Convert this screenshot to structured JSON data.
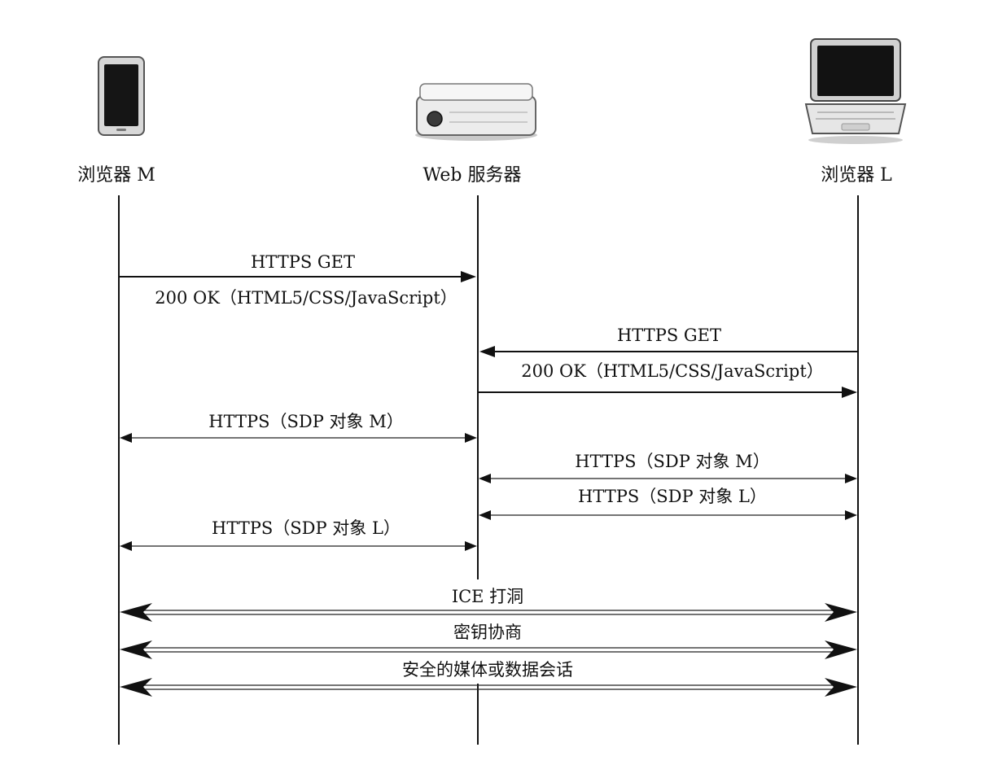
{
  "participants": [
    {
      "id": "browser_m",
      "label": "浏览器 M",
      "icon": "tablet-icon"
    },
    {
      "id": "web_server",
      "label": "Web 服务器",
      "icon": "server-icon"
    },
    {
      "id": "browser_l",
      "label": "浏览器 L",
      "icon": "laptop-icon"
    }
  ],
  "messages": [
    {
      "label": "HTTPS GET",
      "from": "browser_m",
      "to": "web_server",
      "style": "single"
    },
    {
      "label": "200 OK（HTML5/CSS/JavaScript）",
      "from": "web_server",
      "to": "browser_m",
      "style": "label-only"
    },
    {
      "label": "HTTPS GET",
      "from": "browser_l",
      "to": "web_server",
      "style": "single"
    },
    {
      "label": "200 OK（HTML5/CSS/JavaScript）",
      "from": "web_server",
      "to": "browser_l",
      "style": "single"
    },
    {
      "label": "HTTPS（SDP 对象 M）",
      "between": [
        "browser_m",
        "web_server"
      ],
      "style": "both"
    },
    {
      "label": "HTTPS（SDP 对象 M）",
      "between": [
        "web_server",
        "browser_l"
      ],
      "style": "both"
    },
    {
      "label": "HTTPS（SDP 对象 L）",
      "between": [
        "web_server",
        "browser_l"
      ],
      "style": "both"
    },
    {
      "label": "HTTPS（SDP 对象 L）",
      "between": [
        "browser_m",
        "web_server"
      ],
      "style": "both"
    },
    {
      "label": "ICE 打洞",
      "between": [
        "browser_m",
        "browser_l"
      ],
      "style": "double-both"
    },
    {
      "label": "密钥协商",
      "between": [
        "browser_m",
        "browser_l"
      ],
      "style": "double-both"
    },
    {
      "label": "安全的媒体或数据会话",
      "between": [
        "browser_m",
        "browser_l"
      ],
      "style": "double-both"
    }
  ]
}
